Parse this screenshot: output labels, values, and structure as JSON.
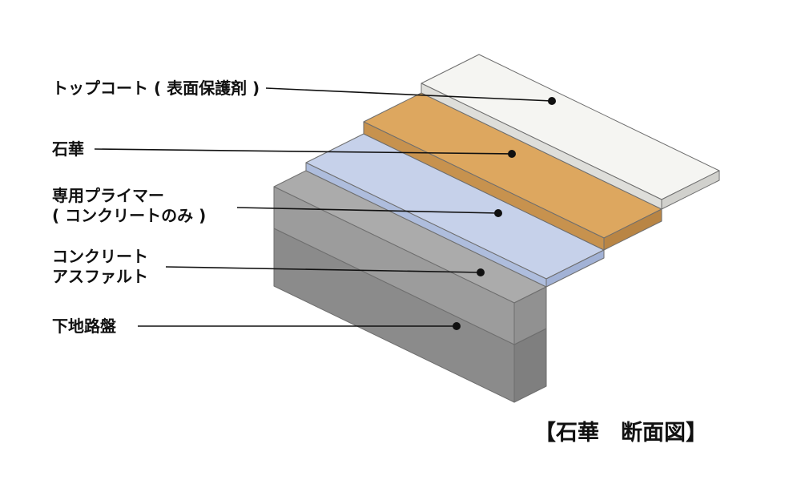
{
  "title": "【石華　断面図】",
  "labels": {
    "topcoat": "トップコート ( 表面保護剤 )",
    "sekka": "石華",
    "primer_1": "専用プライマー",
    "primer_2": "( コンクリートのみ )",
    "concrete_1": "コンクリート",
    "concrete_2": "アスファルト",
    "base": "下地路盤"
  },
  "colors": {
    "topcoat_top": "#f5f5f2",
    "topcoat_front": "#dededa",
    "topcoat_end": "#d1d1cd",
    "sekka_top": "#dda75f",
    "sekka_front": "#c7924e",
    "sekka_end": "#b98544",
    "primer_top": "#c6d1ea",
    "primer_front": "#aebddd",
    "primer_end": "#a2b2d6",
    "concrete_top": "#ababab",
    "concrete_front": "#9c9c9c",
    "concrete_end": "#919191",
    "base_front": "#8b8b8b",
    "base_end": "#7f7f7f"
  }
}
